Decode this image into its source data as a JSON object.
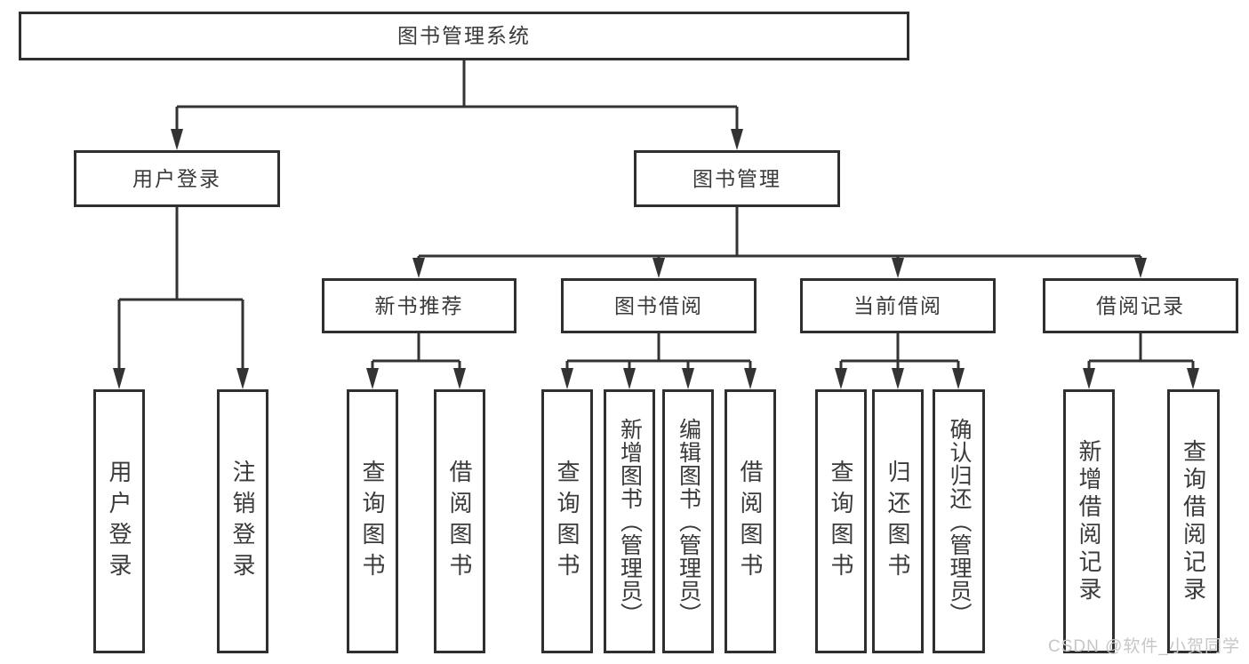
{
  "diagram": {
    "tree": {
      "label": "图书管理系统",
      "children": [
        {
          "label": "用户登录",
          "children": [
            {
              "label": "用户登录"
            },
            {
              "label": "注销登录"
            }
          ]
        },
        {
          "label": "图书管理",
          "children": [
            {
              "label": "新书推荐",
              "children": [
                {
                  "label": "查询图书"
                },
                {
                  "label": "借阅图书"
                }
              ]
            },
            {
              "label": "图书借阅",
              "children": [
                {
                  "label": "查询图书"
                },
                {
                  "label": "新增图书（管理员）"
                },
                {
                  "label": "编辑图书（管理员）"
                },
                {
                  "label": "借阅图书"
                }
              ]
            },
            {
              "label": "当前借阅",
              "children": [
                {
                  "label": "查询图书"
                },
                {
                  "label": "归还图书"
                },
                {
                  "label": "确认归还（管理员）"
                }
              ]
            },
            {
              "label": "借阅记录",
              "children": [
                {
                  "label": "新增借阅记录"
                },
                {
                  "label": "查询借阅记录"
                }
              ]
            }
          ]
        }
      ]
    }
  },
  "watermark": {
    "text": "CSDN @软件_小贺同学"
  },
  "colors": {
    "line": "#333333",
    "border": "#2f2f2f",
    "text": "#3a3a3a",
    "watermark": "#c6c6c6",
    "background": "#ffffff"
  }
}
